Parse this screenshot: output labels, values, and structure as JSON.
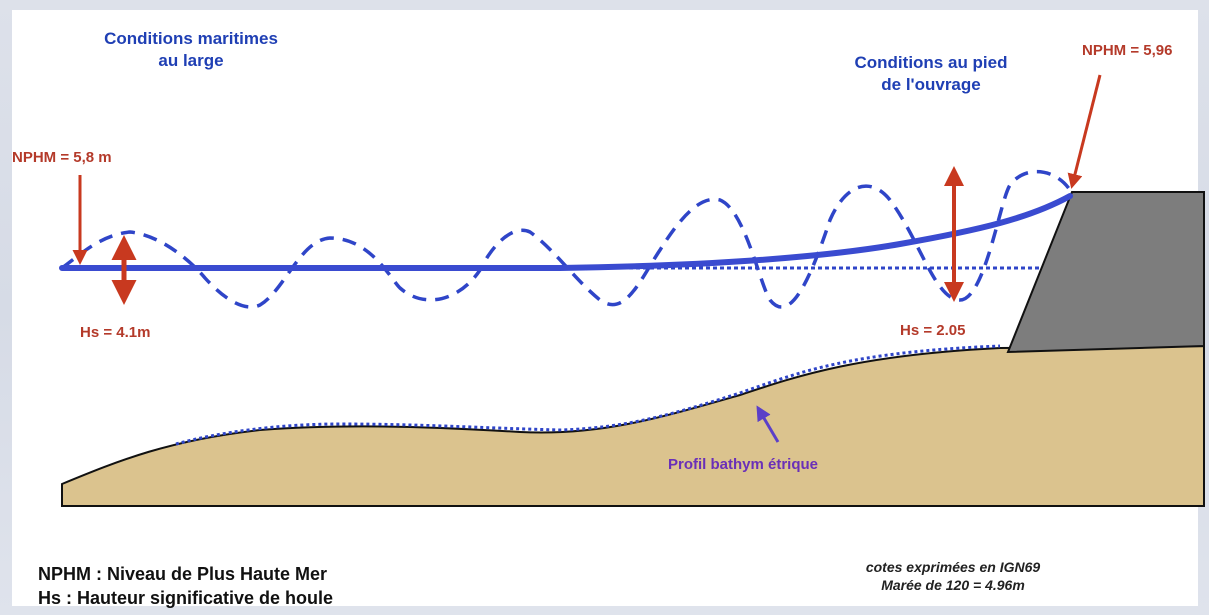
{
  "offshore": {
    "title_line1": "Conditions maritimes",
    "title_line2": "au large",
    "nphm_label": "NPHM = 5,8 m",
    "hs_label": "Hs = 4.1m"
  },
  "nearshore": {
    "title_line1": "Conditions au pied",
    "title_line2": "de l'ouvrage",
    "nphm_label": "NPHM = 5,96",
    "hs_label": "Hs = 2.05"
  },
  "bathymetry": {
    "label": "Profil bathym étrique"
  },
  "legend": {
    "line1": "NPHM : Niveau de Plus Haute Mer",
    "line2": "Hs : Hauteur significative de houle"
  },
  "notes": {
    "line1": "cotes exprimées en IGN69",
    "line2": "Marée de 120 = 4.96m"
  },
  "colors": {
    "water_line": "#3a4bd0",
    "wave_dash": "#2f45c8",
    "arrow_red": "#c8391f",
    "seabed_fill": "#dbc38e",
    "structure_fill": "#7d7d7d"
  }
}
